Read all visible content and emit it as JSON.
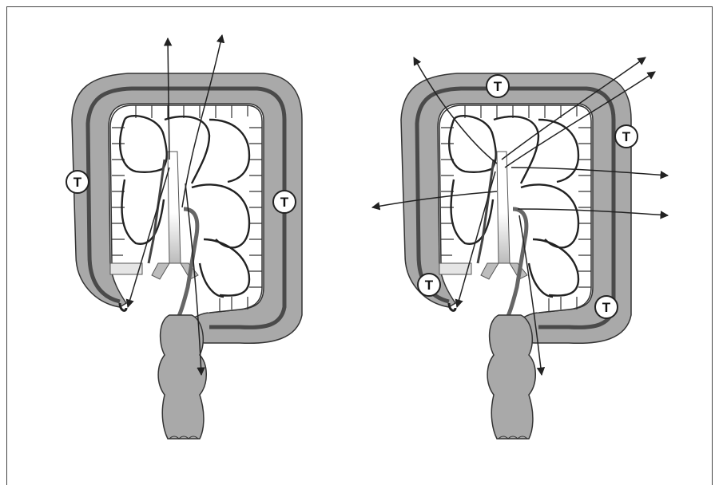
{
  "figure": {
    "left_panel": {
      "tumor_marks": [
        {
          "id": "t-left-1",
          "label": "T"
        },
        {
          "id": "t-left-2",
          "label": "T"
        }
      ]
    },
    "right_panel": {
      "tumor_marks": [
        {
          "id": "t-right-1",
          "label": "T"
        },
        {
          "id": "t-right-2",
          "label": "T"
        },
        {
          "id": "t-right-3",
          "label": "T"
        },
        {
          "id": "t-right-4",
          "label": "T"
        }
      ]
    },
    "colors": {
      "colon_fill": "#a9a9a9",
      "colon_band": "#5a5a5a",
      "vessel": "#222222",
      "background": "#ffffff"
    }
  }
}
